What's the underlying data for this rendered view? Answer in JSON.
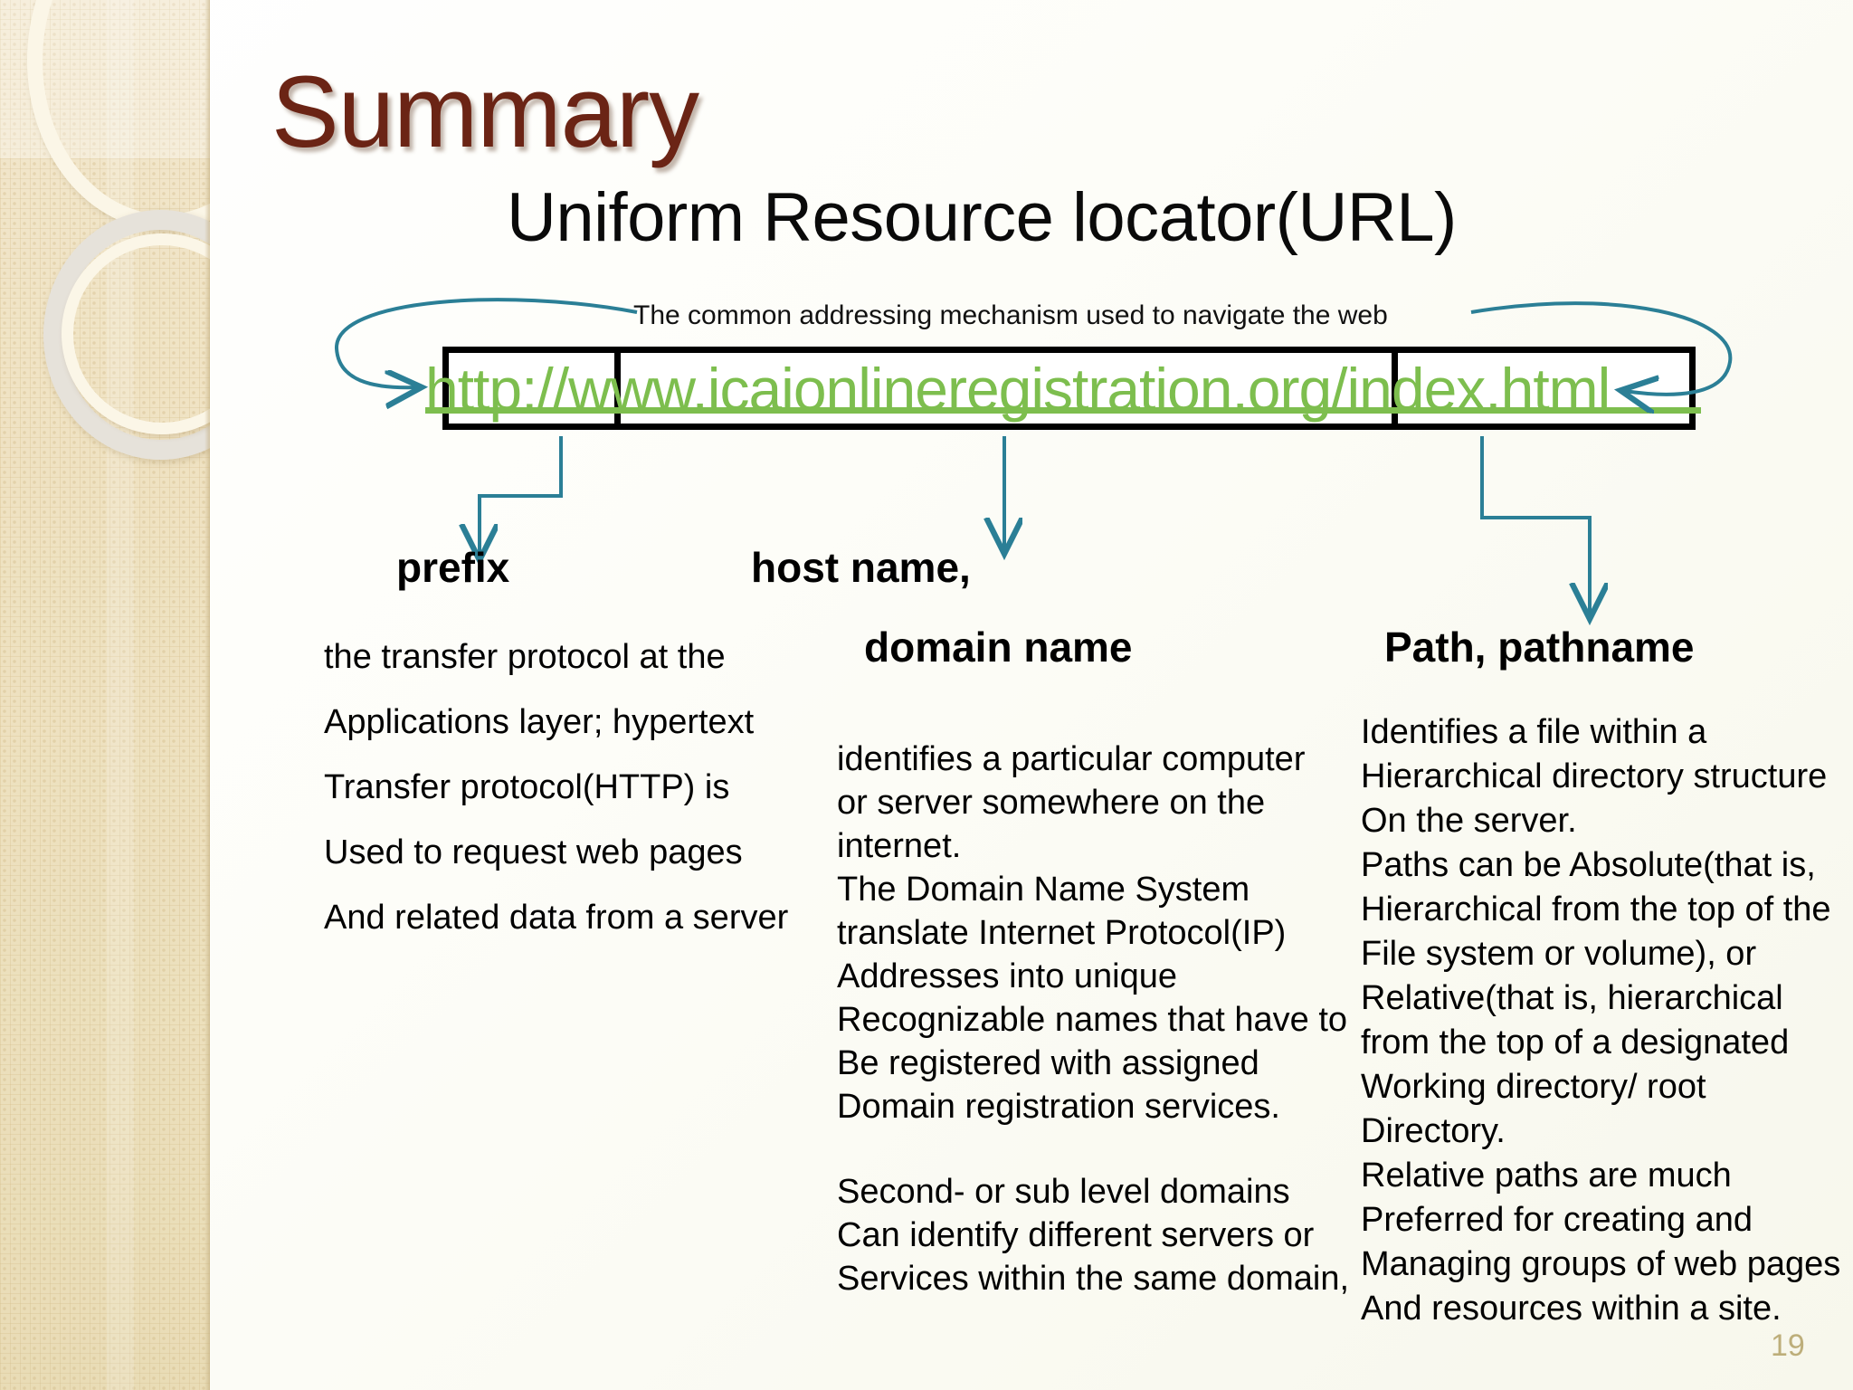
{
  "slide": {
    "title": "Summary",
    "subtitle": "Uniform Resource locator(URL)",
    "caption": "The common addressing mechanism used to navigate the web",
    "page_number": "19"
  },
  "url_diagram": {
    "full_url": "http://www.icaionlineregistration.org/index.html",
    "segments": [
      {
        "name": "prefix",
        "text": "http://w"
      },
      {
        "name": "host",
        "text": "ww.icaionlineregistration.org"
      },
      {
        "name": "path",
        "text": "/index.html"
      }
    ],
    "url_color": "#7DBE4E",
    "arrow_color": "#2B7F96",
    "box_border_color": "#000000"
  },
  "headings": {
    "prefix": "prefix",
    "host": "host name,",
    "domain": "domain name",
    "path": "Path, pathname"
  },
  "columns": {
    "prefix": [
      "the transfer protocol at the",
      "Applications layer; hypertext",
      "Transfer protocol(HTTP) is",
      "Used to request web pages",
      "And related data from a server"
    ],
    "host": [
      "identifies a particular computer",
      " or server somewhere on the",
      "internet.",
      "The Domain Name System",
      "translate Internet Protocol(IP)",
      "Addresses into unique",
      "Recognizable  names that have to",
      "Be registered with assigned",
      "Domain registration services.",
      "",
      "Second- or sub level domains",
      "Can identify different servers or",
      "Services within the same domain,"
    ],
    "path": [
      "Identifies a file within a",
      "Hierarchical directory structure",
      "On the server.",
      "Paths can be Absolute(that is,",
      "Hierarchical from the top of the",
      "File system or volume), or",
      "Relative(that is, hierarchical",
      "from the top of a designated",
      "Working directory/ root",
      "Directory.",
      "Relative paths are much",
      "Preferred for creating and",
      "Managing groups of web pages",
      "And resources within a site."
    ]
  },
  "theme": {
    "title_color": "#6B2415",
    "page_number_color": "#BDAE7A",
    "sidebar_color": "#EFE2C2"
  }
}
